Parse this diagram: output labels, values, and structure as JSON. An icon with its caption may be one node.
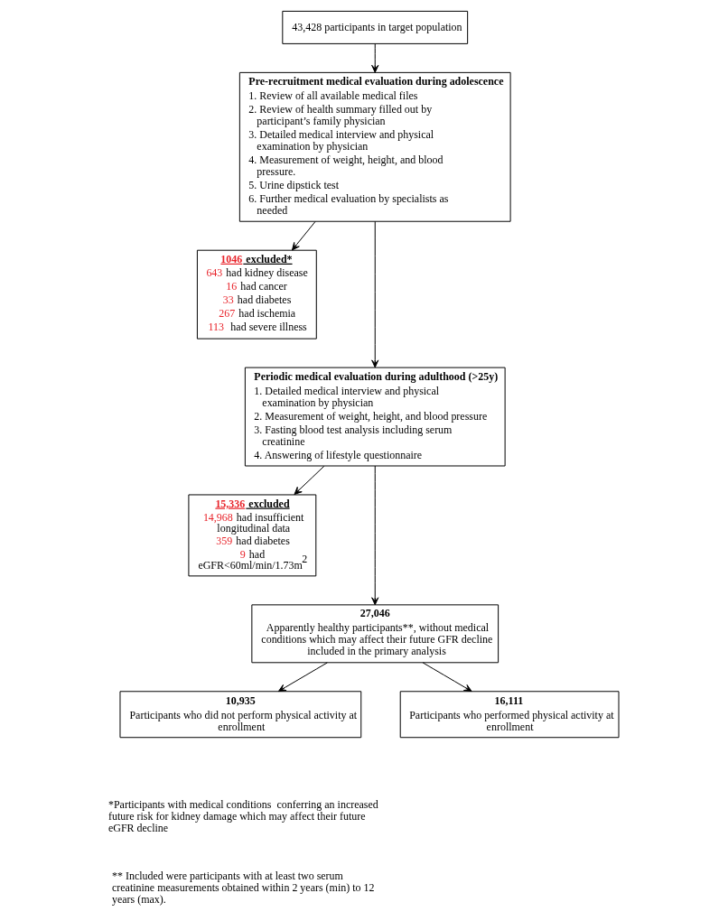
{
  "diagram": {
    "nodes": [
      {
        "text": [
          "43,428 participants in target population"
        ]
      },
      {
        "text": [
          "Pre-recruitment medical evaluation during adolescence",
          "1. Review of all available medical files",
          "2. Review of health summary filled out by participant’s family physician",
          "3. Detailed medical interview and physical examination by physician",
          "4. Measurement of weight, height, and blood pressure.",
          "5. Urine dipstick test",
          "6. Further medical evaluation by specialists as needed"
        ]
      },
      {
        "text": [
          "1046 excluded*",
          "643 had kidney disease",
          "16 had cancer",
          "33 had diabetes",
          "267 had ischemia",
          "113  had severe illness"
        ]
      },
      {
        "text": [
          "Periodic medical evaluation during adulthood (>25y)",
          "1. Detailed medical interview and physical examination by physician",
          "2. Measurement of weight, height, and blood pressure",
          "3. Fasting blood test analysis including serum creatinine",
          "4. Answering of lifestyle questionnaire"
        ]
      },
      {
        "text": [
          "15,336 excluded",
          "14,968 had insufficient longitudinal data",
          "359 had diabetes",
          "9 had eGFR<60ml/min/1.73m$^{2}$"
        ]
      },
      {
        "text": [
          "27,046",
          "Apparently healthy participants**, without medical conditions which may affect their future GFR decline included in the primary analysis"
        ]
      },
      {
        "text": [
          "10,935",
          "Participants who did not perform physical activity at enrollment"
        ]
      },
      {
        "text": [
          "16,111",
          "Participants who performed physical activity at enrollment"
        ]
      }
    ],
    "edges": [
      {
        "from": 0,
        "to": 1,
        "arrow": "to"
      },
      {
        "from": 1,
        "to": 2,
        "arrow": "to"
      },
      {
        "from": 1,
        "to": 3,
        "arrow": "to"
      },
      {
        "from": 3,
        "to": 4,
        "arrow": "to"
      },
      {
        "from": 3,
        "to": 5,
        "arrow": "to"
      },
      {
        "from": 5,
        "to": 6,
        "arrow": "to"
      },
      {
        "from": 5,
        "to": 7,
        "arrow": "to"
      }
    ],
    "labels": [
      "*Participants with medical conditions  conferring an increased future risk for kidney damage which may affect their future eGFR decline",
      "** Included were participants with at least two serum creatinine measurements obtained within 2 years (min) to 12 years (max)."
    ]
  }
}
